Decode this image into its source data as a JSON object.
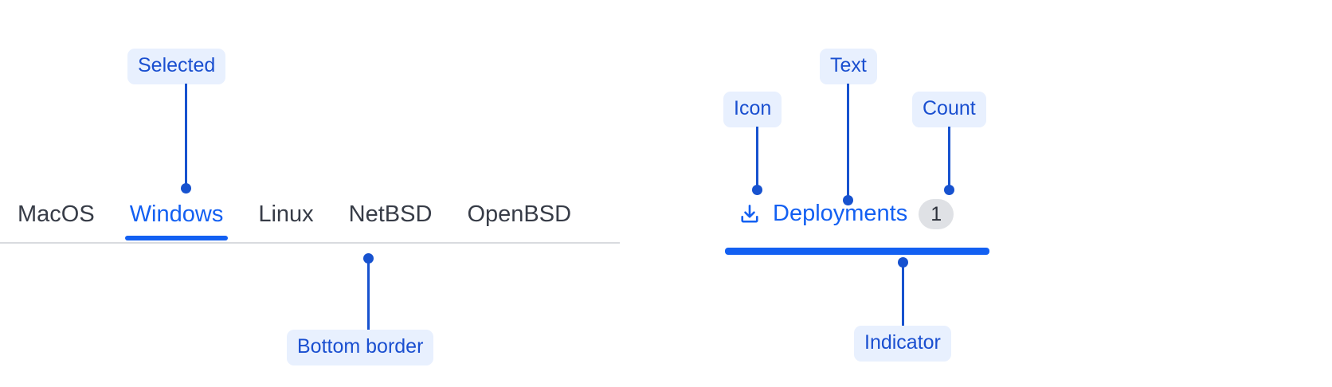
{
  "annotations": [
    {
      "id": "selected",
      "label": "Selected"
    },
    {
      "id": "bottom-border",
      "label": "Bottom border"
    },
    {
      "id": "icon",
      "label": "Icon"
    },
    {
      "id": "text",
      "label": "Text"
    },
    {
      "id": "count",
      "label": "Count"
    },
    {
      "id": "indicator",
      "label": "Indicator"
    }
  ],
  "left_tabs": {
    "items": [
      {
        "label": "MacOS",
        "active": false
      },
      {
        "label": "Windows",
        "active": true
      },
      {
        "label": "Linux",
        "active": false
      },
      {
        "label": "NetBSD",
        "active": false
      },
      {
        "label": "OpenBSD",
        "active": false
      }
    ]
  },
  "right_tab": {
    "icon": "download-icon",
    "label": "Deployments",
    "count": "1"
  },
  "colors": {
    "accent_blue": "#1360f2",
    "leader_blue": "#1752cf",
    "callout_bg": "#e8f0fe",
    "callout_text": "#1a4fd0",
    "tab_inactive_text": "#373c47",
    "separator": "#d9dbdf",
    "badge_bg": "#dfe1e5",
    "badge_text": "#2c303a",
    "page_bg": "#ffffff"
  }
}
